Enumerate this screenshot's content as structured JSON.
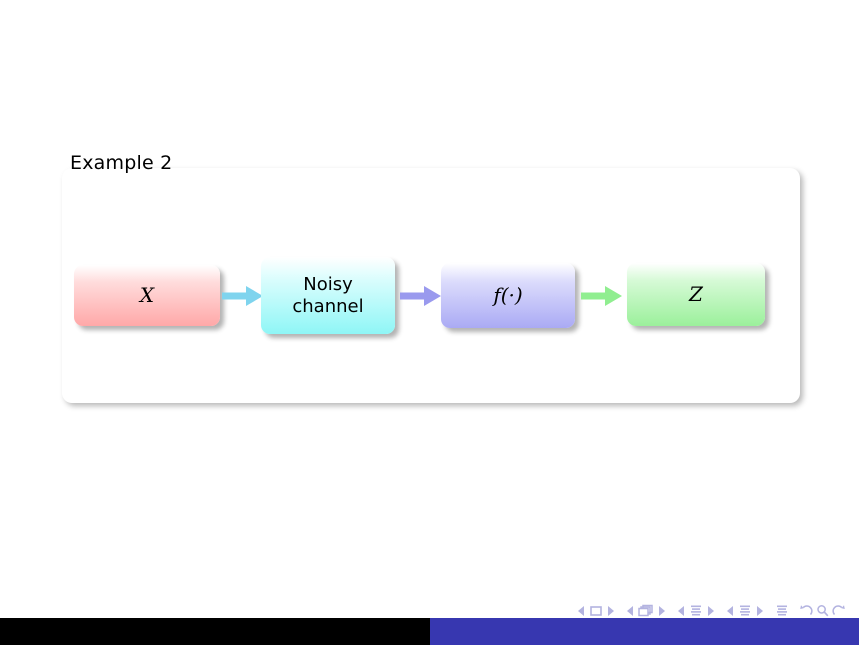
{
  "slide": {
    "frame_title": "Example 2",
    "background_color": "#ffffff"
  },
  "diagram": {
    "type": "flow",
    "nodes": [
      {
        "id": "x",
        "label": "X",
        "style": "math",
        "color": "#ffa8a8"
      },
      {
        "id": "noisy-channel",
        "label": "Noisy\nchannel",
        "style": "text",
        "color": "#8ff6f6"
      },
      {
        "id": "f",
        "label": "f(·)",
        "style": "math",
        "color": "#aaaaf4"
      },
      {
        "id": "z",
        "label": "Z",
        "style": "math",
        "color": "#9bf09b"
      }
    ],
    "arrows": [
      {
        "id": "x-to-channel",
        "from": "x",
        "to": "noisy-channel",
        "color": "#7fd4ee"
      },
      {
        "id": "channel-to-f",
        "from": "noisy-channel",
        "to": "f",
        "color": "#9a9aee"
      },
      {
        "id": "f-to-z",
        "from": "f",
        "to": "z",
        "color": "#90ee90"
      }
    ]
  },
  "navigation": {
    "color": "#b3b3e0",
    "groups": [
      {
        "name": "slide",
        "prev": "prev-slide-icon",
        "item": "slide-icon",
        "next": "next-slide-icon"
      },
      {
        "name": "frame",
        "prev": "prev-frame-icon",
        "item": "frame-icon",
        "next": "next-frame-icon"
      },
      {
        "name": "subsection",
        "prev": "prev-subsection-icon",
        "item": "subsection-icon",
        "next": "next-subsection-icon"
      },
      {
        "name": "section",
        "prev": "prev-section-icon",
        "item": "section-icon",
        "next": "next-section-icon"
      }
    ],
    "presentation_icon": "presentation-icon",
    "back_icon": "back-icon",
    "search_icon": "search-icon",
    "forward_icon": "forward-icon"
  },
  "footer": {
    "left_color": "#000000",
    "right_color": "#3737b0",
    "left_width": 430
  }
}
